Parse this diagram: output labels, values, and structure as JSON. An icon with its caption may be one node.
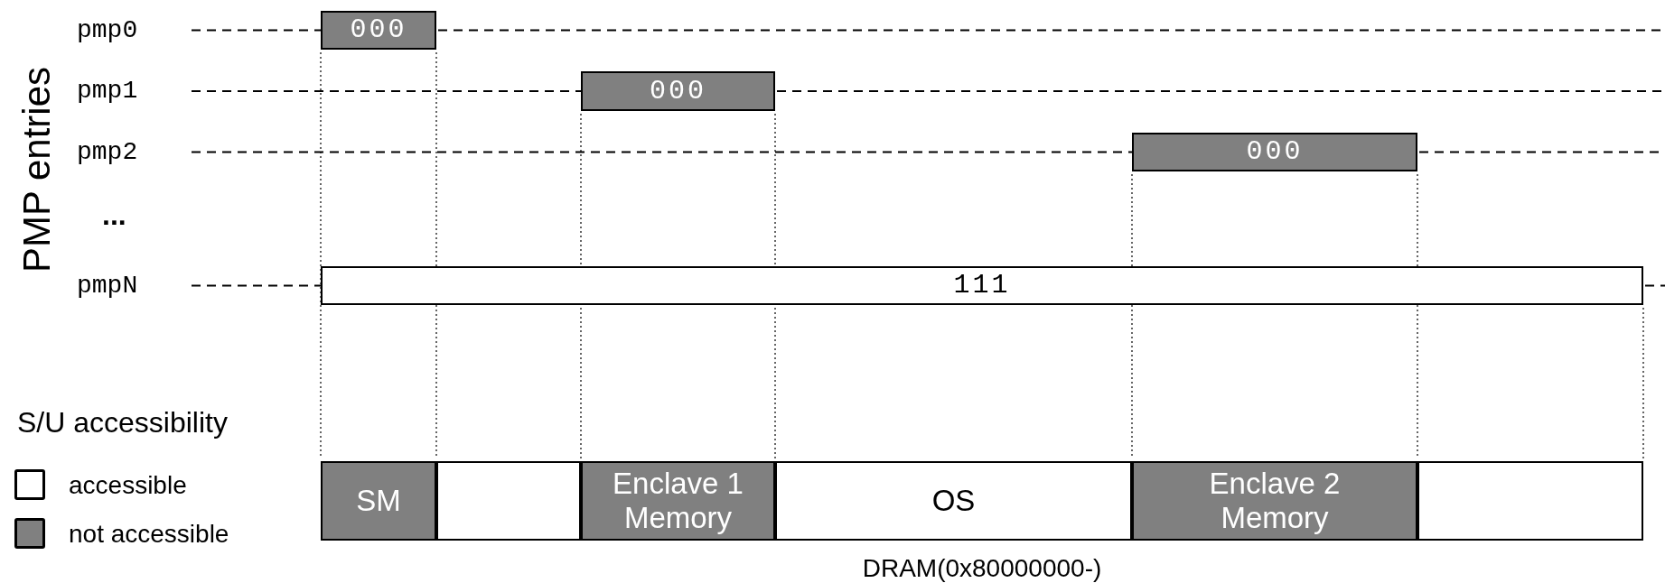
{
  "diagram": {
    "nodes": [
      {
        "text": [
          "000"
        ]
      },
      {
        "text": [
          "000"
        ]
      },
      {
        "text": [
          "000"
        ]
      },
      {
        "text": [
          "111"
        ]
      },
      {
        "text": [
          "SM"
        ]
      },
      {
        "text": [],
        "shape": "box"
      },
      {
        "text": [
          "Enclave 1 Memory"
        ]
      },
      {
        "text": [
          "OS"
        ]
      },
      {
        "text": [
          "Enclave 2 Memory"
        ]
      },
      {
        "text": [],
        "shape": "box"
      }
    ],
    "labels": [
      "PMP entries",
      "pmp0",
      "pmp1",
      "pmp2",
      "...",
      "pmpN",
      "S/U accessibility",
      "DRAM(0x80000000-)"
    ],
    "legend": [
      {
        "text": "accessible",
        "color": "#ffffff"
      },
      {
        "text": "not accessible",
        "color": "#808080"
      }
    ]
  }
}
